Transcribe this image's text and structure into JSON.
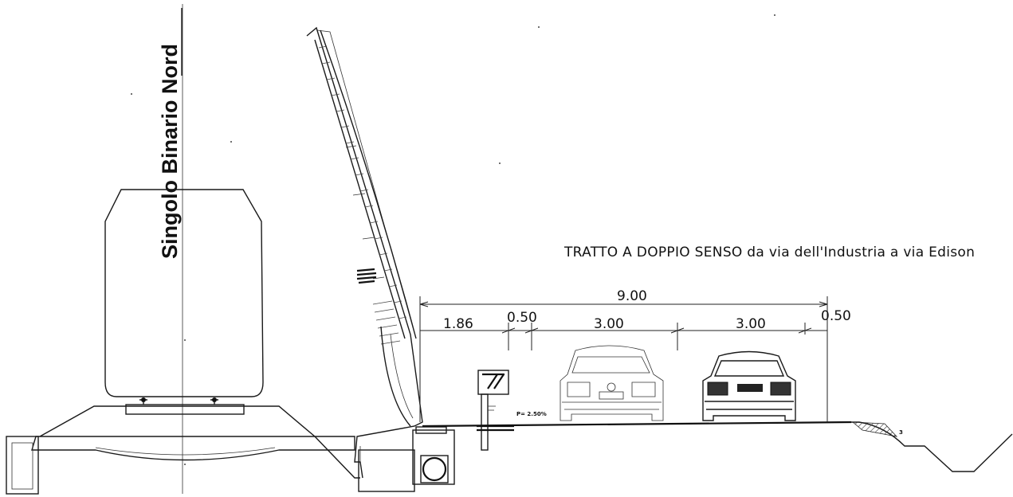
{
  "drawing": {
    "vertical_title": "Singolo Binario Nord",
    "road_title": "TRATTO A DOPPIO SENSO da via dell'Industria a via Edison",
    "slope_label": "P= 2.50%",
    "embankment_mark": "3",
    "dimensions": {
      "total": "9.00",
      "segments": [
        "1.86",
        "0.50",
        "3.00",
        "3.00",
        "0.50"
      ]
    },
    "icons": [
      "car-rear-icon",
      "car-rear-icon",
      "rail-tunnel-section",
      "retaining-wall",
      "drainage-pipe",
      "traffic-barrier"
    ]
  }
}
